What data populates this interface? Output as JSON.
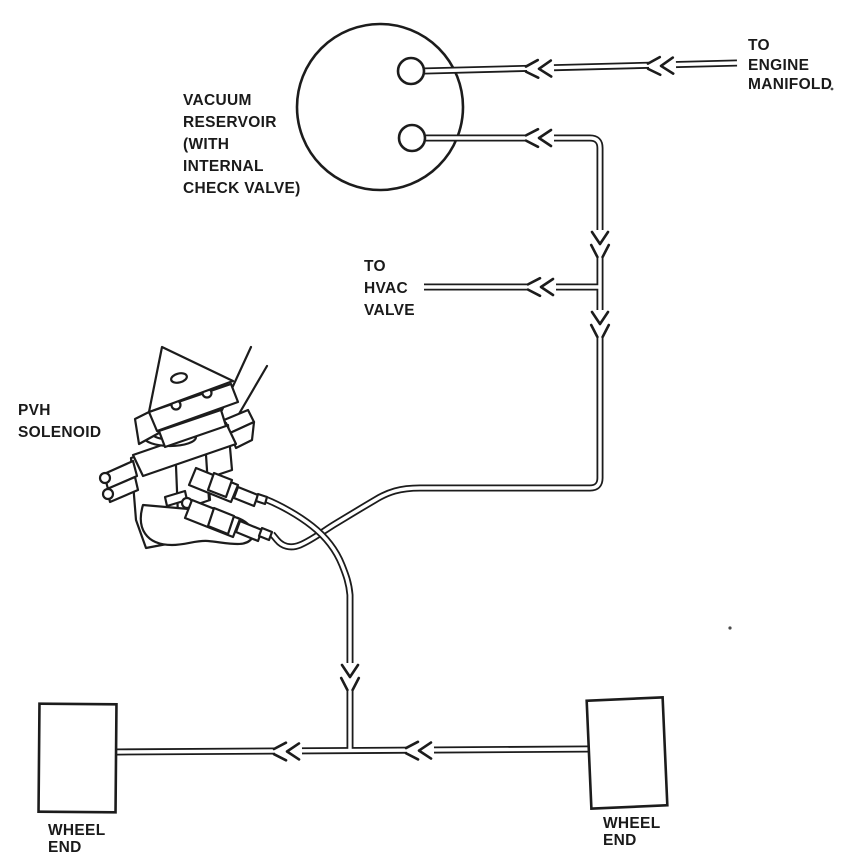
{
  "page": {
    "background": "#ffffff",
    "ink": "#1c1c1c"
  },
  "diagram": {
    "type": "vacuum-line-schematic",
    "labels": {
      "engine_manifold": [
        "TO",
        "ENGINE",
        "MANIFOLD"
      ],
      "vacuum_reservoir": [
        "VACUUM",
        "RESERVOIR",
        "(WITH",
        "INTERNAL",
        "CHECK VALVE)"
      ],
      "hvac_valve": [
        "TO",
        "HVAC",
        "VALVE"
      ],
      "pvh_solenoid": [
        "PVH",
        "SOLENOID"
      ],
      "wheel_end_left": [
        "WHEEL",
        "END"
      ],
      "wheel_end_right": [
        "WHEEL",
        "END"
      ]
    },
    "connections": [
      "vacuum reservoir top port to engine manifold",
      "vacuum reservoir bottom port to PVH solenoid",
      "branch from reservoir line to HVAC valve",
      "PVH solenoid to left and right wheel ends"
    ]
  }
}
